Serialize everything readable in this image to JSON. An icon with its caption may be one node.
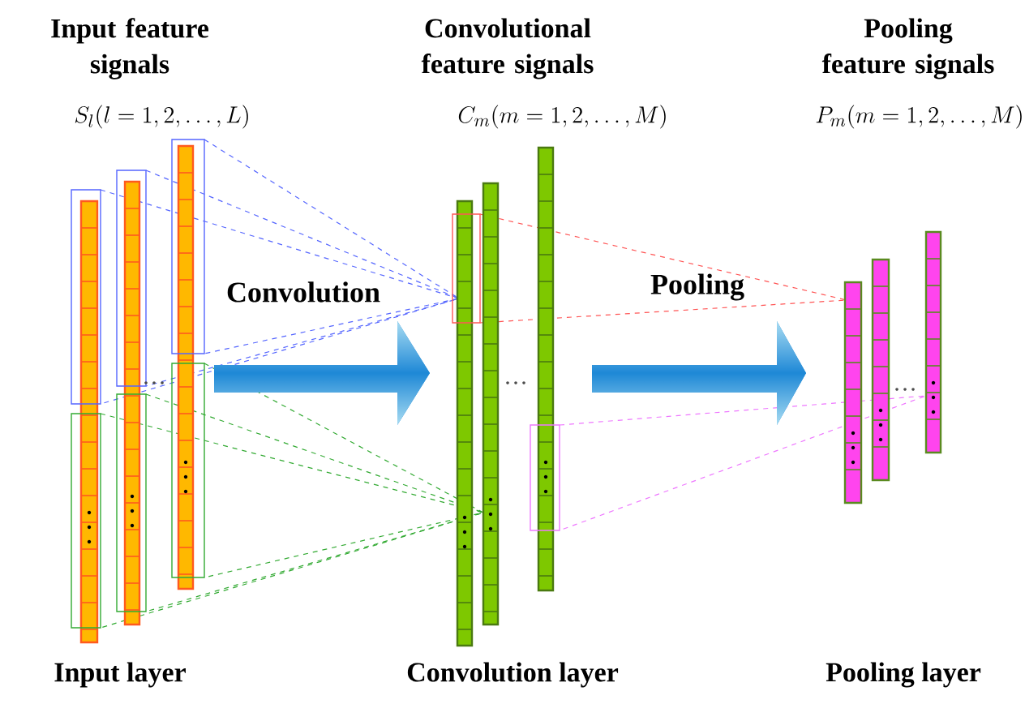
{
  "diagram": {
    "labels": [
      "Input feature signals",
      "Convolutional feature signals",
      "Pooling feature signals",
      "S_{l}(l = 1, 2, \\ldots, L)",
      "C_{m}(m = 1, 2, \\ldots, M)",
      "P_{m}(m = 1, 2, \\ldots, M)",
      "Convolution",
      "Pooling",
      "Input layer",
      "Convolution layer",
      "Pooling layer"
    ]
  }
}
